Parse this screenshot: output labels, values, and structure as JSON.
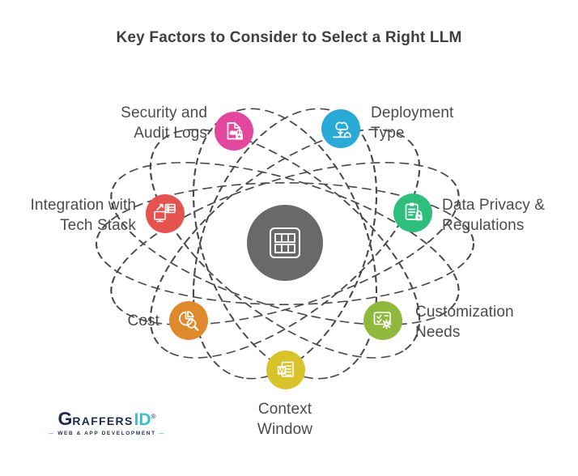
{
  "title": "Key Factors to Consider to Select a Right LLM",
  "diagram": {
    "pattern": {
      "dash_color": "#3b3b3b",
      "style": "dashed-ellipse-flower"
    },
    "center": {
      "color": "#696969",
      "icon": "table-grid-icon"
    },
    "factors": [
      {
        "id": "security-and-audit-logs",
        "line1": "Security and",
        "line2": "Audit Logs",
        "color": "#e2479d",
        "icon": "document-lock-icon"
      },
      {
        "id": "deployment-type",
        "line1": "Deployment",
        "line2": "Type",
        "color": "#29a9d6",
        "icon": "cloud-deployment-icon"
      },
      {
        "id": "integration-with-tech-stack",
        "line1": "Integration with",
        "line2": "Tech Stack",
        "color": "#e5534e",
        "icon": "system-sync-icon"
      },
      {
        "id": "data-privacy-regulations",
        "line1": "Data Privacy &",
        "line2": "Regulations",
        "color": "#2fbf7d",
        "icon": "clipboard-lock-icon"
      },
      {
        "id": "cost",
        "line1": "Cost",
        "line2": "",
        "color": "#de8a2c",
        "icon": "pie-chart-magnifier-icon"
      },
      {
        "id": "customization-needs",
        "line1": "Customization",
        "line2": "Needs",
        "color": "#8fb93d",
        "icon": "checklist-gear-icon"
      },
      {
        "id": "context-window",
        "line1": "Context",
        "line2": "Window",
        "color": "#d9c32b",
        "icon": "word-document-icon"
      }
    ],
    "context_window_letter": "W"
  },
  "logo": {
    "name_g": "G",
    "name_rest": "RAFFERS",
    "name_id": "ID",
    "registered": "®",
    "tagline": "WEB & APP DEVELOPMENT",
    "brand_navy": "#1d2b4f",
    "brand_teal": "#38bed6"
  }
}
